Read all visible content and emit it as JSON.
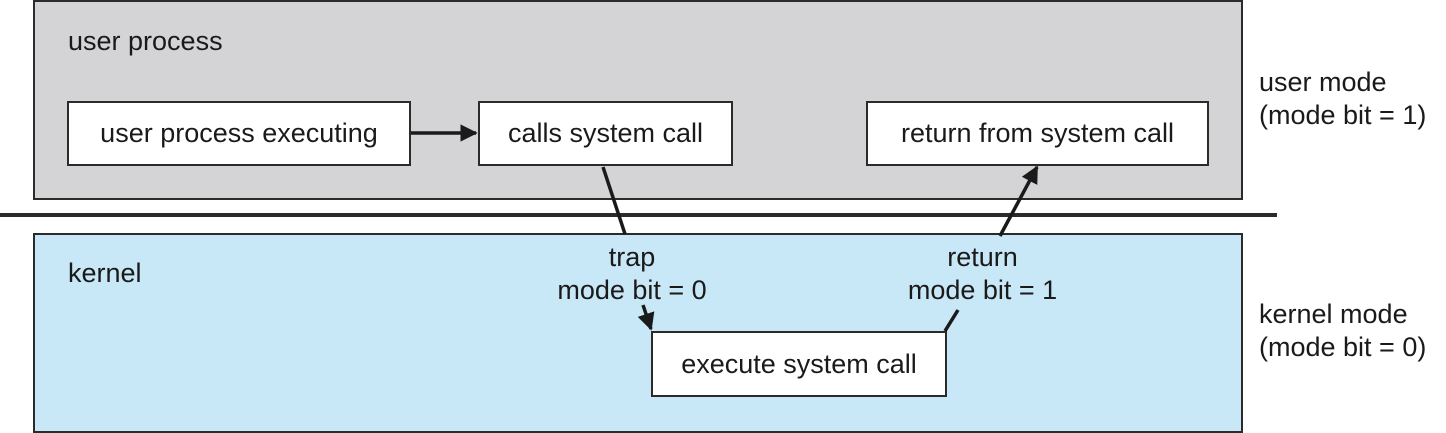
{
  "user_region": {
    "label": "user process"
  },
  "kernel_region": {
    "label": "kernel"
  },
  "boxes": {
    "user_process_executing": "user process executing",
    "calls_system_call": "calls system call",
    "return_from_system_call": "return from system call",
    "execute_system_call": "execute system call"
  },
  "transitions": {
    "trap": {
      "line1": "trap",
      "line2": "mode bit = 0"
    },
    "return": {
      "line1": "return",
      "line2": "mode bit = 1"
    }
  },
  "modes": {
    "user": {
      "line1": "user mode",
      "line2": "(mode bit = 1)"
    },
    "kernel": {
      "line1": "kernel mode",
      "line2": "(mode bit = 0)"
    }
  }
}
